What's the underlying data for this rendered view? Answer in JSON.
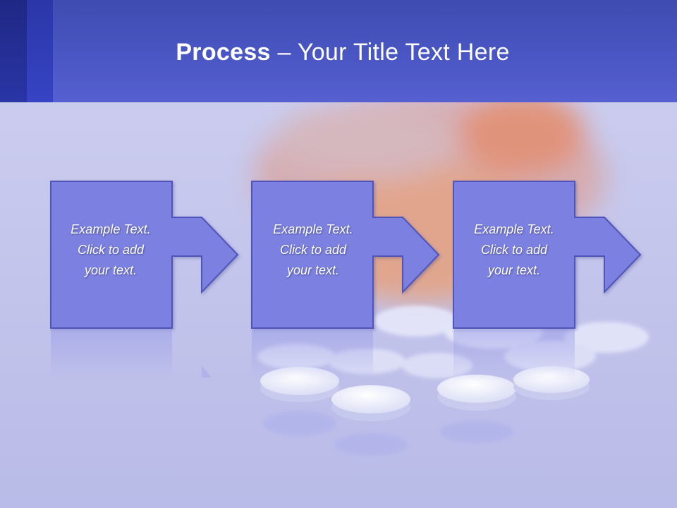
{
  "slide": {
    "title_bold": "Process",
    "title_rest": " – Your Title Text Here"
  },
  "steps": [
    {
      "line1": "Example Text.",
      "line2": "Click  to add",
      "line3": "your text."
    },
    {
      "line1": "Example Text.",
      "line2": "Click  to add",
      "line3": "your text."
    },
    {
      "line1": "Example Text.",
      "line2": "Click  to add",
      "line3": "your text."
    }
  ],
  "colors": {
    "header": "#4a56c3",
    "shape_fill": "#7b80e0",
    "shape_border": "#4f55b8",
    "background": "#cfd0ef"
  }
}
